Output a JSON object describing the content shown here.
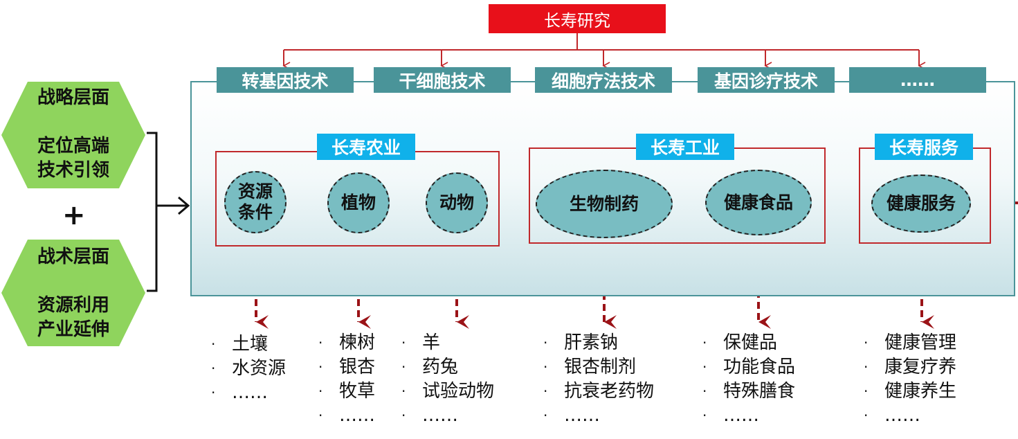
{
  "title": "长寿研究",
  "technologies": [
    "转基因技术",
    "干细胞技术",
    "细胞疗法技术",
    "基因诊疗技术",
    "……"
  ],
  "left": {
    "strategic_title": "战略层面",
    "strategic_line1": "定位高端",
    "strategic_line2": "技术引领",
    "plus": "+",
    "tactical_title": "战术层面",
    "tactical_line1": "资源利用",
    "tactical_line2": "产业延伸"
  },
  "groups": {
    "agriculture": "长寿农业",
    "industry": "长寿工业",
    "service": "长寿服务"
  },
  "nodes": {
    "resources_line1": "资源",
    "resources_line2": "条件",
    "plants": "植物",
    "animals": "动物",
    "pharma": "生物制药",
    "food": "健康食品",
    "service": "健康服务"
  },
  "bullet_symbol": "·",
  "lists": {
    "resources": [
      "土壤",
      "水资源",
      "……"
    ],
    "plants": [
      "楝树",
      "银杏",
      "牧草",
      "……"
    ],
    "animals": [
      "羊",
      "药兔",
      "试验动物",
      "……"
    ],
    "pharma": [
      "肝素钠",
      "银杏制剂",
      "抗衰老药物",
      "……"
    ],
    "food": [
      "保健品",
      "功能食品",
      "特殊膳食",
      "……"
    ],
    "service": [
      "健康管理",
      "康复疗养",
      "健康养生",
      "……"
    ]
  },
  "colors": {
    "title_red": "#e8101a",
    "tech_teal": "#4a9499",
    "group_label_blue": "#10b1ea",
    "node_fill": "#79bdc2",
    "arrow_darkred": "#9b1317",
    "hex_green": "#8fd45d"
  }
}
